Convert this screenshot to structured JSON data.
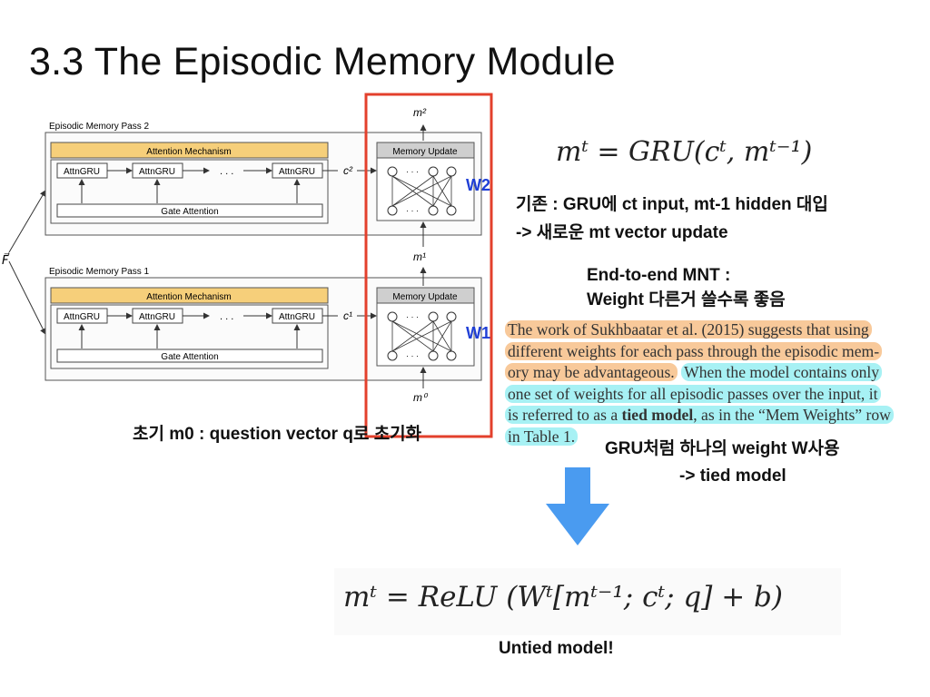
{
  "slide": {
    "title": "3.3 The Episodic Memory Module"
  },
  "diagram": {
    "pass2_label": "Episodic Memory Pass 2",
    "pass1_label": "Episodic Memory Pass 1",
    "attention_label": "Attention Mechanism",
    "gru_label": "AttnGRU",
    "dots": ". . .",
    "gate_label": "Gate Attention",
    "memory_update_label": "Memory Update",
    "c2": "c²",
    "c1": "c¹",
    "m2": "m²",
    "m1": "m¹",
    "m0": "m⁰",
    "f_label": "F⃗",
    "w2_label": "W2",
    "w1_label": "W1"
  },
  "equations": {
    "gru_eq": "mᵗ = GRU(cᵗ, mᵗ⁻¹)",
    "relu_eq": "mᵗ = ReLU (Wᵗ[mᵗ⁻¹; cᵗ; q] + b)"
  },
  "notes": {
    "note1_line1": "기존 : GRU에 ct input, mt-1 hidden 대입",
    "note1_line2": "-> 새로운 mt vector update",
    "note2_line1": "End-to-end MNT :",
    "note2_line2": "Weight 다른거 쓸수록 좋음",
    "note3": "초기 m0 : question vector q로 초기화",
    "note4_line1": "GRU처럼 하나의 weight W사용",
    "note4_line2": "-> tied model",
    "untied": "Untied model!"
  },
  "paper": {
    "l1": "The work of Sukhbaatar et al. (2015) suggests that using",
    "l2": "different weights for each pass through the episodic mem-",
    "l3a": "ory may be advantageous.",
    "l3b": "When the model contains only",
    "l4": "one set of weights for all episodic passes over the input, it",
    "l5a": "is referred to as a ",
    "l5b": "tied model",
    "l5c": ", as in the “Mem Weights” row",
    "l6": "in Table 1."
  },
  "colors": {
    "highlight_box": "#e3402c",
    "arrow": "#4a9bf0",
    "attention_fill": "#f6cf7a",
    "w_label": "#1f3fd6",
    "orange_hl": "#f8c99a",
    "cyan_hl": "#a7f1f4"
  }
}
